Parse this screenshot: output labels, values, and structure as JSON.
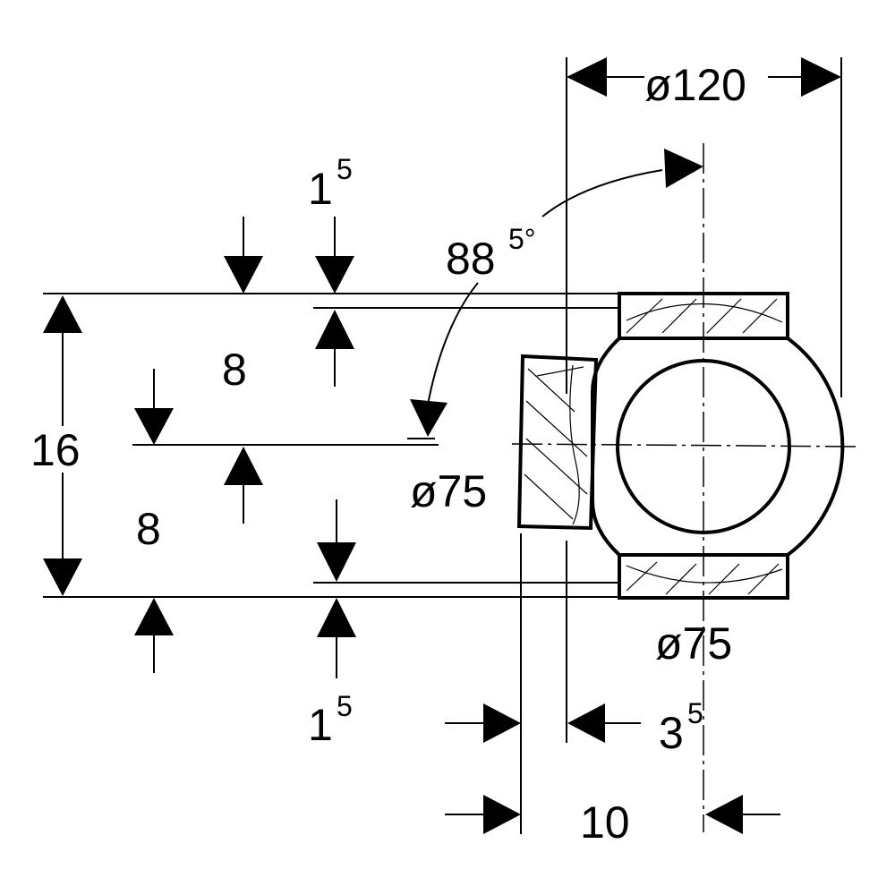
{
  "drawing": {
    "dim_diameter_top": "ø120",
    "dim_angle_main": "88",
    "dim_angle_sup": "5°",
    "dim_top_main": "1",
    "dim_top_sup": "5",
    "dim_upper_half": "8",
    "dim_lower_half": "8",
    "dim_total_height": "16",
    "dim_diameter_left": "ø75",
    "dim_diameter_bottom": "ø75",
    "dim_bottom_main": "1",
    "dim_bottom_sup": "5",
    "dim_offset_main": "3",
    "dim_offset_sup": "5",
    "dim_length": "10"
  }
}
